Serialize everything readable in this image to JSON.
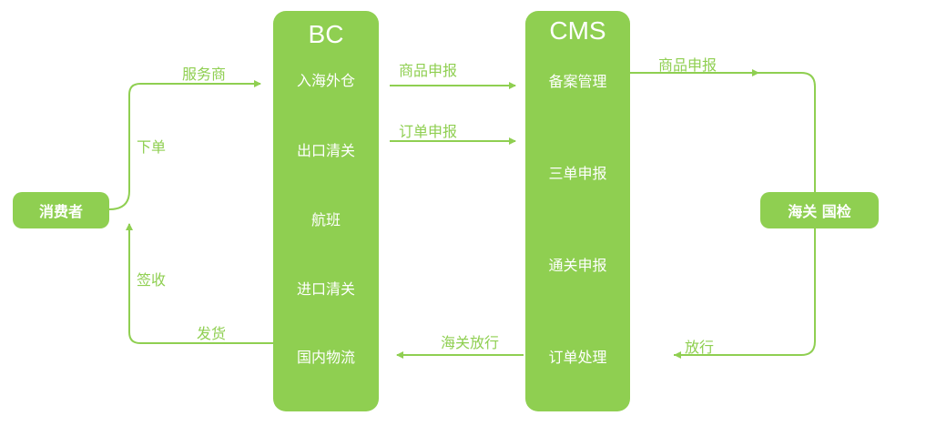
{
  "consumer": "消费者",
  "customs": "海关 国检",
  "bc": {
    "title": "BC",
    "steps": [
      "入海外仓",
      "出口清关",
      "航班",
      "进口清关",
      "国内物流"
    ]
  },
  "cms": {
    "title": "CMS",
    "steps": [
      "备案管理",
      "三单申报",
      "通关申报",
      "订单处理"
    ]
  },
  "edges": {
    "service_provider": "服务商",
    "place_order": "下单",
    "sign_receipt": "签收",
    "ship": "发货",
    "product_declaration": "商品申报",
    "order_declaration": "订单申报",
    "product_declaration_customs": "商品申报",
    "release": "放行",
    "customs_release": "海关放行"
  },
  "colors": {
    "primary": "#8fcf51",
    "text_on_primary": "#ffffff"
  }
}
